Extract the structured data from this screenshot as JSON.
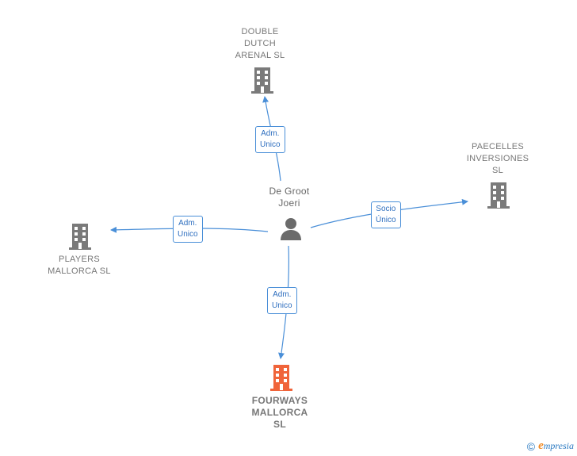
{
  "person": {
    "name": "De Groot\nJoeri"
  },
  "companies": {
    "double_dutch": {
      "name": "DOUBLE\nDUTCH\nARENAL  SL"
    },
    "paecelles": {
      "name": "PAECELLES\nINVERSIONES\nSL"
    },
    "players": {
      "name": "PLAYERS\nMALLORCA  SL"
    },
    "fourways": {
      "name": "FOURWAYS\nMALLORCA\nSL"
    }
  },
  "relations": {
    "to_double_dutch": "Adm.\nUnico",
    "to_paecelles": "Socio\nÚnico",
    "to_players": "Adm.\nUnico",
    "to_fourways": "Adm.\nUnico"
  },
  "colors": {
    "edge": "#4a8fd8",
    "building": "#7a7a7a",
    "building_main": "#f0643a",
    "person_icon": "#6b6b6b"
  },
  "brand": {
    "copyright": "©",
    "initial": "e",
    "rest": "mpresia"
  }
}
